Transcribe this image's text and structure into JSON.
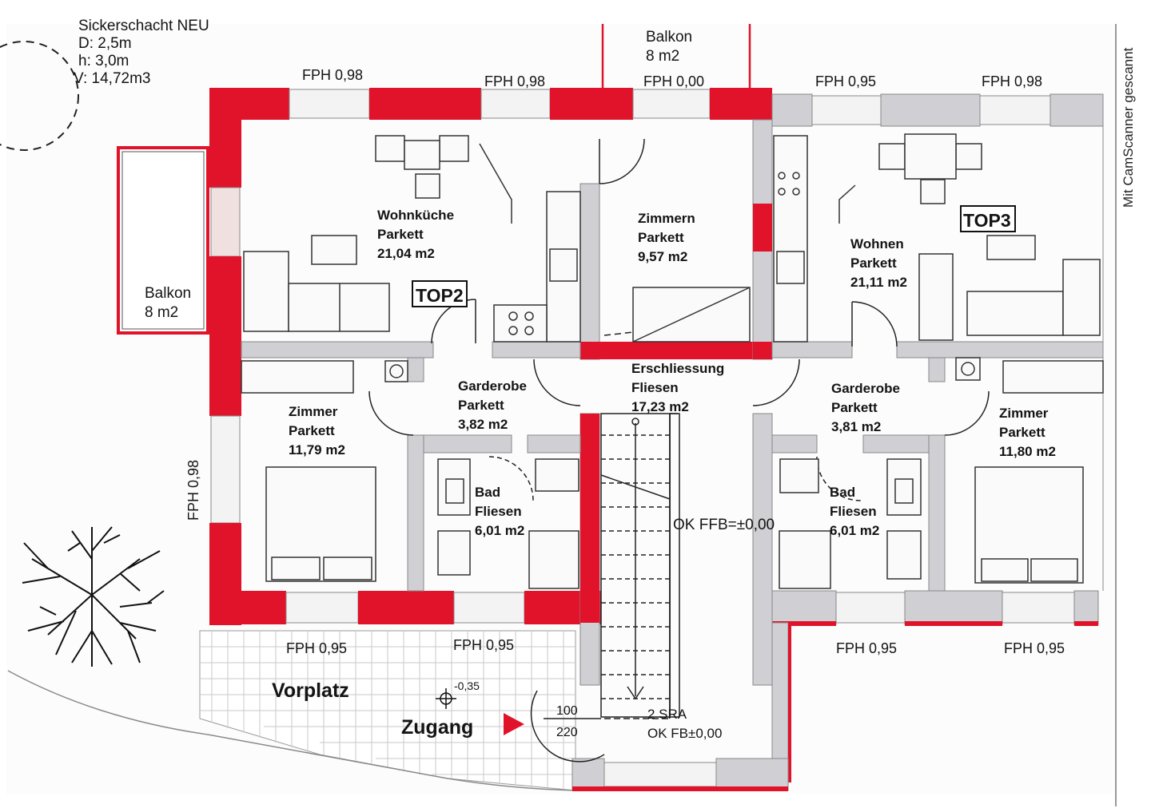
{
  "watermark": "Mit CamScanner gescannt",
  "seepage_pit": {
    "title": "Sickerschacht NEU",
    "diameter": "D: 2,5m",
    "height": "h: 3,0m",
    "volume": "V: 14,72m3"
  },
  "balconies": {
    "top_center": {
      "name": "Balkon",
      "area": "8 m2"
    },
    "left": {
      "name": "Balkon",
      "area": "8 m2"
    }
  },
  "window_sills": {
    "n1": "FPH 0,98",
    "n2": "FPH 0,98",
    "n3": "FPH 0,00",
    "n4": "FPH 0,95",
    "n5": "FPH 0,98",
    "west": "FPH 0,98",
    "s1": "FPH 0,95",
    "s2": "FPH 0,95",
    "s3": "FPH 0,95",
    "s4": "FPH 0,95"
  },
  "units": {
    "top2": "TOP2",
    "top3": "TOP3"
  },
  "rooms": {
    "wohnkueche": {
      "name": "Wohnküche",
      "floor": "Parkett",
      "area": "21,04 m2"
    },
    "zimmern": {
      "name": "Zimmern",
      "floor": "Parkett",
      "area": "9,57 m2"
    },
    "wohnen": {
      "name": "Wohnen",
      "floor": "Parkett",
      "area": "21,11 m2"
    },
    "zimmer_left": {
      "name": "Zimmer",
      "floor": "Parkett",
      "area": "11,79 m2"
    },
    "garderobe_left": {
      "name": "Garderobe",
      "floor": "Parkett",
      "area": "3,82 m2"
    },
    "erschliessung": {
      "name": "Erschliessung",
      "floor": "Fliesen",
      "area": "17,23 m2"
    },
    "garderobe_right": {
      "name": "Garderobe",
      "floor": "Parkett",
      "area": "3,81 m2"
    },
    "zimmer_right": {
      "name": "Zimmer",
      "floor": "Parkett",
      "area": "11,80 m2"
    },
    "bad_left": {
      "name": "Bad",
      "floor": "Fliesen",
      "area": "6,01 m2"
    },
    "bad_right": {
      "name": "Bad",
      "floor": "Fliesen",
      "area": "6,01 m2"
    }
  },
  "levels": {
    "ok_ffb": "OK FFB=±0,00",
    "vorplatz_level": "-0,35",
    "ok_fb": "OK FB±0,00"
  },
  "outside": {
    "vorplatz": "Vorplatz",
    "zugang": "Zugang"
  },
  "entrance_door": {
    "width": "100",
    "height": "220",
    "steps": "2 SRA"
  },
  "colors": {
    "wall_red": "#e0132b",
    "wall_grey": "#cfcfd4",
    "background": "#ffffff",
    "arrow": "#e0132b"
  }
}
